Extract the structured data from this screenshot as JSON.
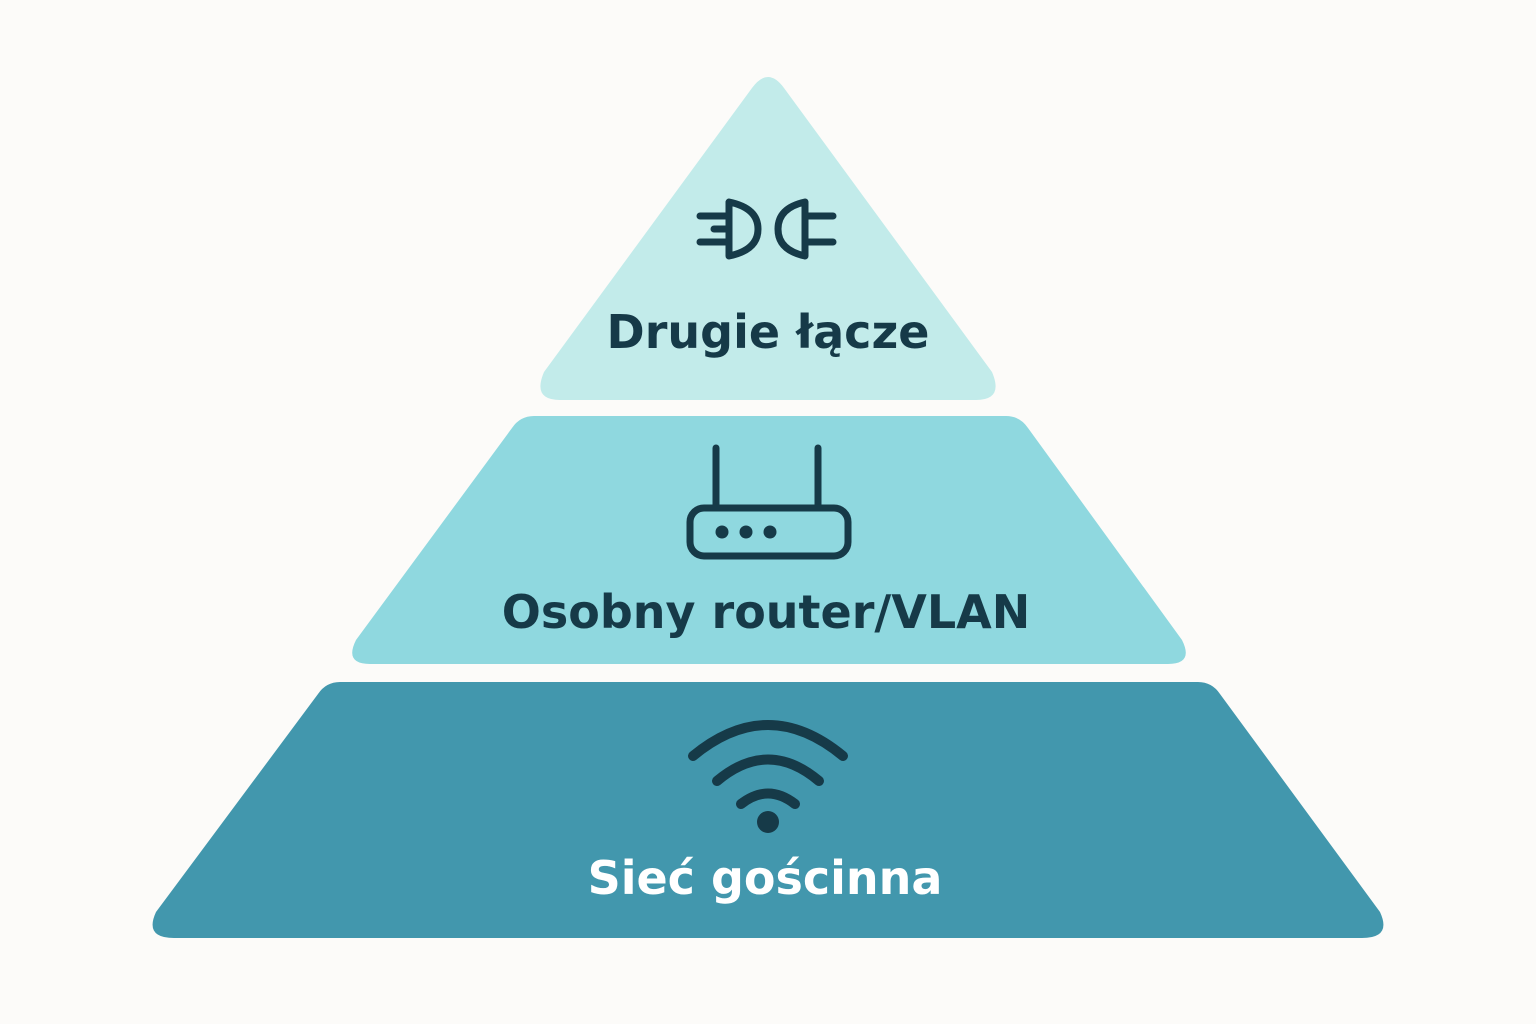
{
  "pyramid": {
    "tiers": [
      {
        "label": "Drugie łącze",
        "icon": "plug-connector-icon",
        "fill": "#c2ebea",
        "text_color": "#163a48"
      },
      {
        "label": "Osobny router/VLAN",
        "icon": "router-icon",
        "fill": "#8fd8df",
        "text_color": "#163a48"
      },
      {
        "label": "Sieć gościnna",
        "icon": "wifi-icon",
        "fill": "#4297ad",
        "text_color": "#ffffff"
      }
    ],
    "icon_color_dark": "#163a48",
    "icon_color_light": "#163a48"
  }
}
